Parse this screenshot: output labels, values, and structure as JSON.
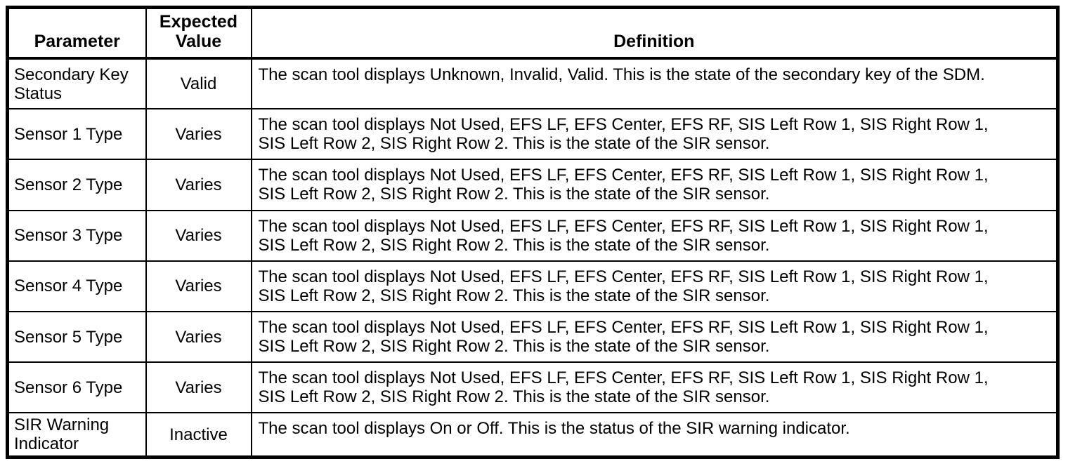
{
  "table": {
    "headers": {
      "parameter": "Parameter",
      "expected_value": "Expected Value",
      "definition": "Definition"
    },
    "rows": [
      {
        "parameter": "Secondary Key Status",
        "expected_value": "Valid",
        "definition": "The scan tool displays Unknown, Invalid, Valid. This is the state of the secondary key of the SDM."
      },
      {
        "parameter": "Sensor 1 Type",
        "expected_value": "Varies",
        "definition": "The scan tool displays Not Used, EFS LF, EFS Center, EFS RF, SIS Left Row 1, SIS Right Row 1, SIS Left Row 2, SIS Right Row 2. This is the state of the SIR sensor."
      },
      {
        "parameter": "Sensor 2 Type",
        "expected_value": "Varies",
        "definition": "The scan tool displays Not Used, EFS LF, EFS Center, EFS RF, SIS Left Row 1, SIS Right Row 1, SIS Left Row 2, SIS Right Row 2. This is the state of the SIR sensor."
      },
      {
        "parameter": "Sensor 3 Type",
        "expected_value": "Varies",
        "definition": "The scan tool displays Not Used, EFS LF, EFS Center, EFS RF, SIS Left Row 1, SIS Right Row 1, SIS Left Row 2, SIS Right Row 2. This is the state of the SIR sensor."
      },
      {
        "parameter": "Sensor 4 Type",
        "expected_value": "Varies",
        "definition": "The scan tool displays Not Used, EFS LF, EFS Center, EFS RF, SIS Left Row 1, SIS Right Row 1, SIS Left Row 2, SIS Right Row 2. This is the state of the SIR sensor."
      },
      {
        "parameter": "Sensor 5 Type",
        "expected_value": "Varies",
        "definition": "The scan tool displays Not Used, EFS LF, EFS Center, EFS RF, SIS Left Row 1, SIS Right Row 1, SIS Left Row 2, SIS Right Row 2. This is the state of the SIR sensor."
      },
      {
        "parameter": "Sensor 6 Type",
        "expected_value": "Varies",
        "definition": "The scan tool displays Not Used, EFS LF, EFS Center, EFS RF, SIS Left Row 1, SIS Right Row 1, SIS Left Row 2, SIS Right Row 2. This is the state of the SIR sensor."
      },
      {
        "parameter": "SIR Warning Indicator",
        "expected_value": "Inactive",
        "definition": "The scan tool displays On or Off. This is the status of the SIR warning indicator."
      }
    ]
  },
  "colors": {
    "border": "#000000",
    "text": "#000000",
    "background": "#ffffff"
  }
}
